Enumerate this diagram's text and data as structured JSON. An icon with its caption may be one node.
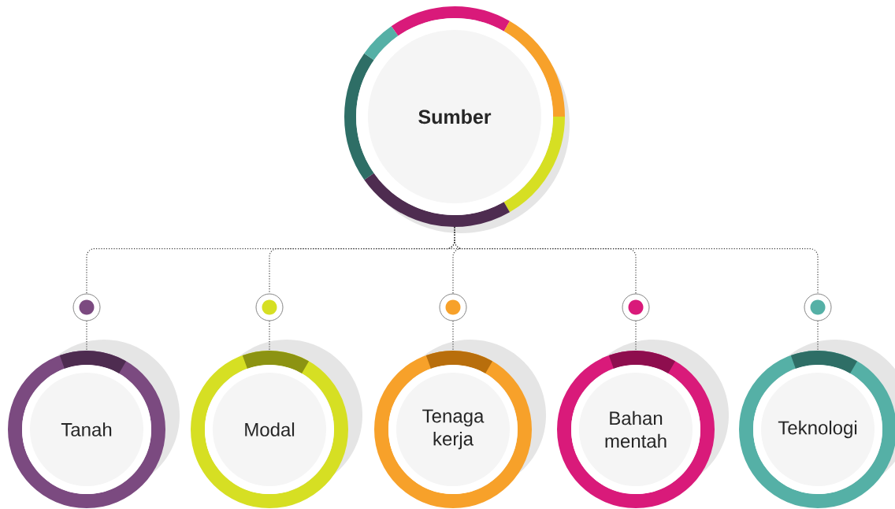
{
  "diagram": {
    "nodes": [
      {
        "text": [
          "Sumber"
        ]
      },
      {
        "text": [],
        "shape": "circle"
      },
      {
        "text": [],
        "shape": "circle"
      },
      {
        "text": [],
        "shape": "circle"
      },
      {
        "text": [],
        "shape": "circle"
      },
      {
        "text": [],
        "shape": "circle"
      },
      {
        "text": [
          "Tanah"
        ]
      },
      {
        "text": [
          "Modal"
        ]
      },
      {
        "text": [
          "Tenaga kerja"
        ]
      },
      {
        "text": [
          "Bahan mentah"
        ]
      },
      {
        "text": [
          "Teknologi"
        ]
      }
    ],
    "edges": [
      {
        "from": 0,
        "to": 1,
        "arrow": "none",
        "style": "dashed"
      },
      {
        "from": 0,
        "to": 2,
        "arrow": "none",
        "style": "dashed"
      },
      {
        "from": 0,
        "to": 3,
        "arrow": "none",
        "style": "dashed"
      },
      {
        "from": 0,
        "to": 4,
        "arrow": "none",
        "style": "dashed"
      },
      {
        "from": 0,
        "to": 5,
        "arrow": "none",
        "style": "dashed"
      },
      {
        "from": 1,
        "to": 6,
        "arrow": "none",
        "style": "dashed"
      },
      {
        "from": 2,
        "to": 7,
        "arrow": "none",
        "style": "dashed"
      },
      {
        "from": 3,
        "to": 8,
        "arrow": "none",
        "style": "dashed"
      },
      {
        "from": 4,
        "to": 9,
        "arrow": "none",
        "style": "dashed"
      },
      {
        "from": 5,
        "to": 10,
        "arrow": "none",
        "style": "dashed"
      }
    ]
  }
}
